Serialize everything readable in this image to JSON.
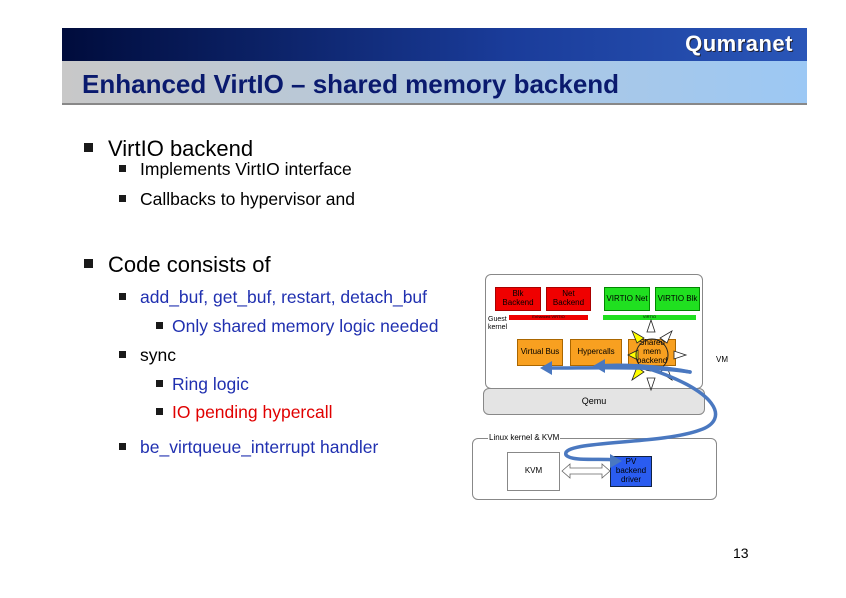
{
  "header": {
    "logo": "Qumranet",
    "title": "Enhanced VirtIO – shared memory backend"
  },
  "bullets": [
    {
      "text": "VirtIO backend",
      "level": 1
    },
    {
      "text": "Implements VirtIO interface",
      "level": 2
    },
    {
      "text": "Callbacks to hypervisor and",
      "level": 2
    },
    {
      "text": "Code consists of",
      "level": 1
    },
    {
      "text": "add_buf, get_buf, restart, detach_buf",
      "level": 2,
      "color": "#2030b0"
    },
    {
      "text": "Only shared memory logic needed",
      "level": 3,
      "color": "#2030b0"
    },
    {
      "text": "sync",
      "level": 2
    },
    {
      "text": "Ring logic",
      "level": 3,
      "color": "#2030b0"
    },
    {
      "text": "IO pending hypercall",
      "level": 3,
      "color": "#e00000"
    },
    {
      "text": "be_virtqueue_interrupt handler",
      "level": 2,
      "color": "#2030b0"
    }
  ],
  "diagram": {
    "blk_backend": "Blk Backend",
    "net_backend": "Net Backend",
    "virtio_net": "VIRTIO Net",
    "virtio_blk": "VIRTIO Blk",
    "enhanced_bar": "Enhanced VIRTIO",
    "virtio_bar": "VIRTIO",
    "guest_kernel": "Guest kernel",
    "virtual_bus": "Virtual Bus",
    "hypercalls": "Hypercalls",
    "shared_mem": "Shared mem backend",
    "vm": "VM",
    "qemu": "Qemu",
    "linux_kernel": "Linux kernel & KVM",
    "kvm": "KVM",
    "pv_backend": "PV backend driver"
  },
  "page_number": "13"
}
